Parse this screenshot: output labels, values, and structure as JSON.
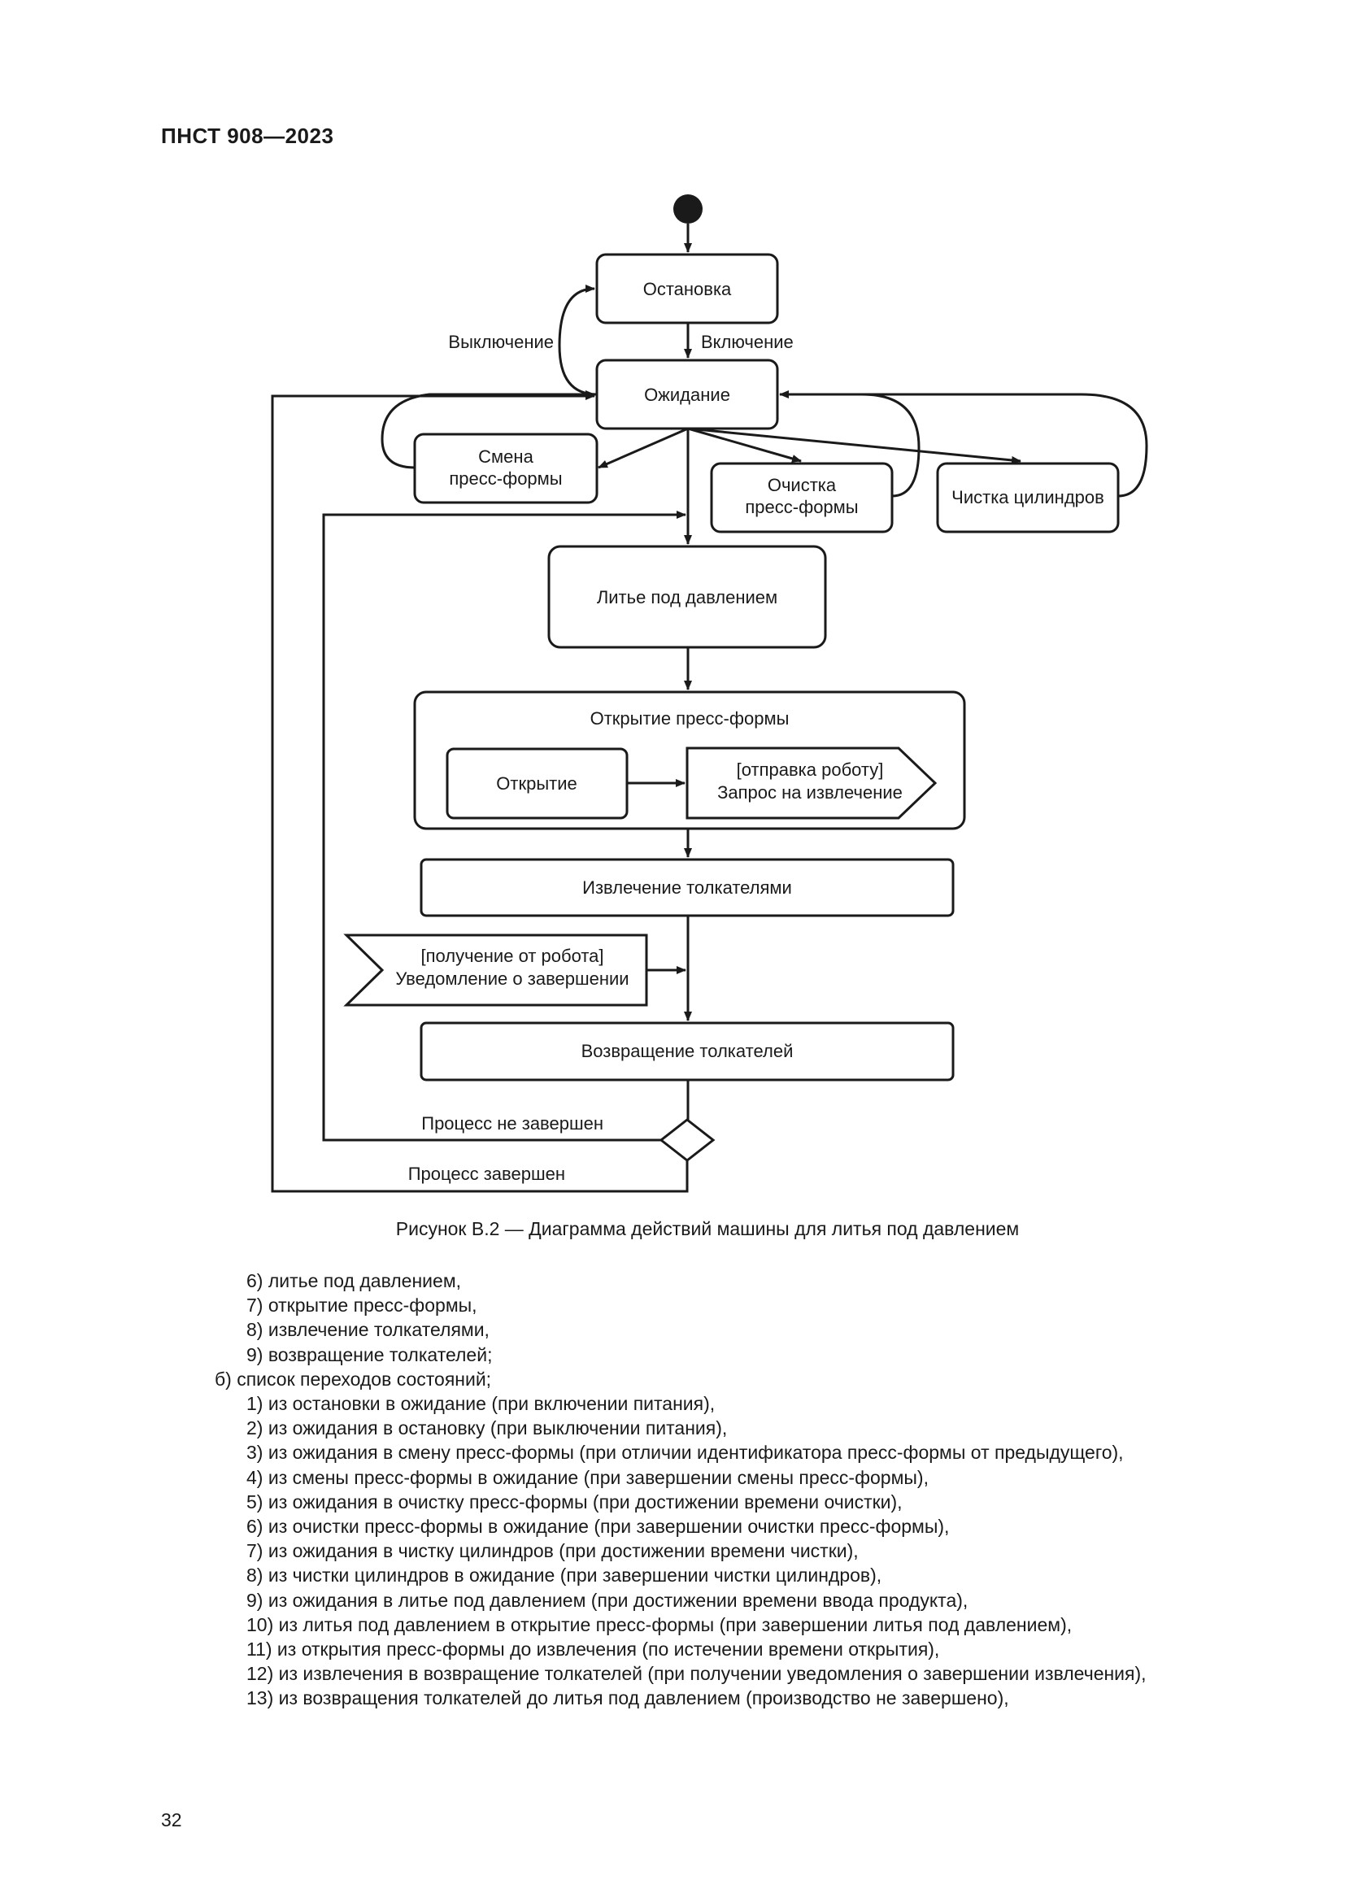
{
  "header": {
    "doc_id": "ПНСТ 908—2023"
  },
  "diagram": {
    "states": {
      "stop": "Остановка",
      "wait": "Ожидание",
      "mold_change": [
        "Смена",
        "пресс-формы"
      ],
      "mold_clean": [
        "Очистка",
        "пресс-формы"
      ],
      "cyl_clean": "Чистка цилиндров",
      "casting": "Литье под давлением",
      "mold_open_group": "Открытие пресс-формы",
      "open": "Открытие",
      "send_signal": [
        "[отправка роботу]",
        "Запрос на извлечение"
      ],
      "eject": "Извлечение толкателями",
      "recv_signal": [
        "[получение от робота]",
        "Уведомление о завершении"
      ],
      "return": "Возвращение толкателей"
    },
    "transitions": {
      "off": "Выключение",
      "on": "Включение",
      "not_done": "Процесс не завершен",
      "done": "Процесс завершен"
    }
  },
  "caption": "Рисунок В.2 — Диаграмма действий машины для литья под давлением",
  "list": [
    {
      "level": 2,
      "text": "6) литье под давлением,"
    },
    {
      "level": 2,
      "text": "7) открытие пресс-формы,"
    },
    {
      "level": 2,
      "text": "8) извлечение толкателями,"
    },
    {
      "level": 2,
      "text": "9) возвращение толкателей;"
    },
    {
      "level": 1,
      "text": "б) список переходов состояний;"
    },
    {
      "level": 2,
      "text": "1) из остановки в ожидание (при включении питания),"
    },
    {
      "level": 2,
      "text": "2) из ожидания в остановку (при выключении питания),"
    },
    {
      "level": 2,
      "text": "3) из ожидания в смену пресс-формы (при отличии идентификатора пресс-формы от предыдущего),"
    },
    {
      "level": 2,
      "text": "4) из смены пресс-формы в ожидание (при завершении смены пресс-формы),"
    },
    {
      "level": 2,
      "text": "5) из ожидания в очистку пресс-формы (при достижении времени очистки),"
    },
    {
      "level": 2,
      "text": "6) из очистки пресс-формы в ожидание (при завершении очистки пресс-формы),"
    },
    {
      "level": 2,
      "text": "7) из ожидания в чистку цилиндров (при достижении времени чистки),"
    },
    {
      "level": 2,
      "text": "8) из чистки цилиндров в ожидание (при завершении чистки цилиндров),"
    },
    {
      "level": 2,
      "text": "9) из ожидания в литье под давлением (при достижении времени ввода продукта),"
    },
    {
      "level": 2,
      "text": "10) из литья под давлением в открытие пресс-формы (при завершении литья под давлением),"
    },
    {
      "level": 2,
      "text": "11) из открытия пресс-формы до извлечения (по истечении времени открытия),"
    },
    {
      "level": 2,
      "text": "12) из извлечения в возвращение толкателей (при получении уведомления о завершении извлечения),"
    },
    {
      "level": 2,
      "text": "13) из возвращения толкателей до литья под давлением (производство не завершено),"
    }
  ],
  "page_number": "32"
}
